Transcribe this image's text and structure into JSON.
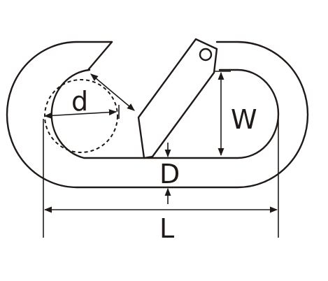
{
  "labels": {
    "d": "d",
    "W": "W",
    "D": "D",
    "L": "L"
  },
  "colors": {
    "line": "#1f1a17",
    "background": "#ffffff"
  }
}
